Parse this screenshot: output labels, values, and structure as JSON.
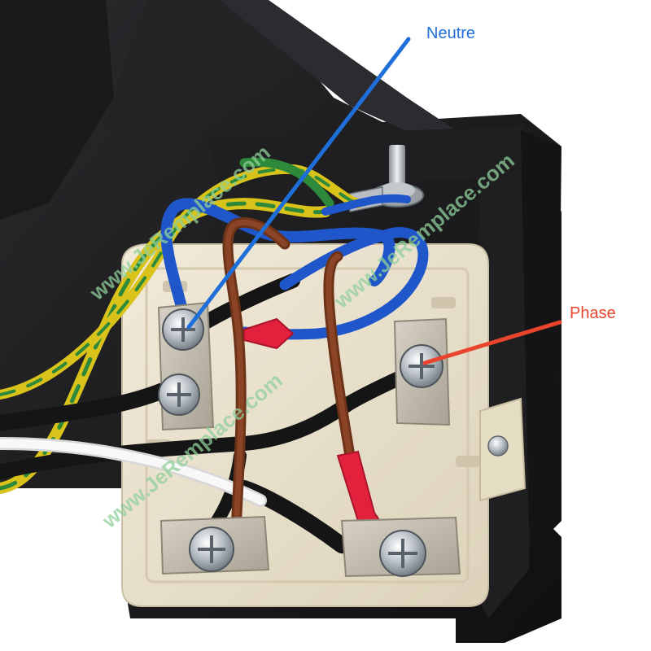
{
  "annotations": {
    "neutral": {
      "label": "Neutre",
      "color": "#1e6fd9"
    },
    "phase": {
      "label": "Phase",
      "color": "#e8452c"
    }
  },
  "watermark": {
    "text": "www.JeRemplace.com",
    "color": "#8fcf9a"
  },
  "colors": {
    "background": "#ffffff",
    "housing": "#1c1c1e",
    "terminal_block": "#ebe3cf",
    "wire_blue": "#1f56c9",
    "wire_brown": "#7a3a1e",
    "wire_black": "#151515",
    "wire_white": "#f4f4f4",
    "wire_ground_yellow": "#d9c21a",
    "wire_ground_green": "#2e8a3a",
    "insulator_red": "#e3213c"
  }
}
